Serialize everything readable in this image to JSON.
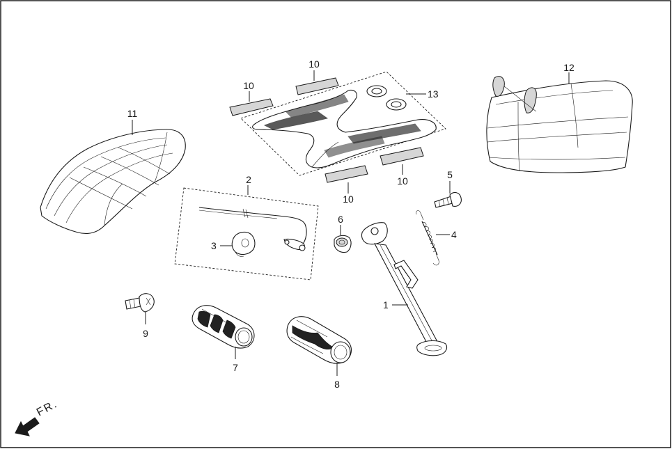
{
  "callouts": {
    "p1": "1",
    "p2": "2",
    "p3": "3",
    "p4": "4",
    "p5": "5",
    "p6": "6",
    "p7": "7",
    "p8": "8",
    "p9": "9",
    "p10a": "10",
    "p10b": "10",
    "p10c": "10",
    "p10d": "10",
    "p11": "11",
    "p12": "12",
    "p13": "13"
  },
  "front_label": "FR."
}
